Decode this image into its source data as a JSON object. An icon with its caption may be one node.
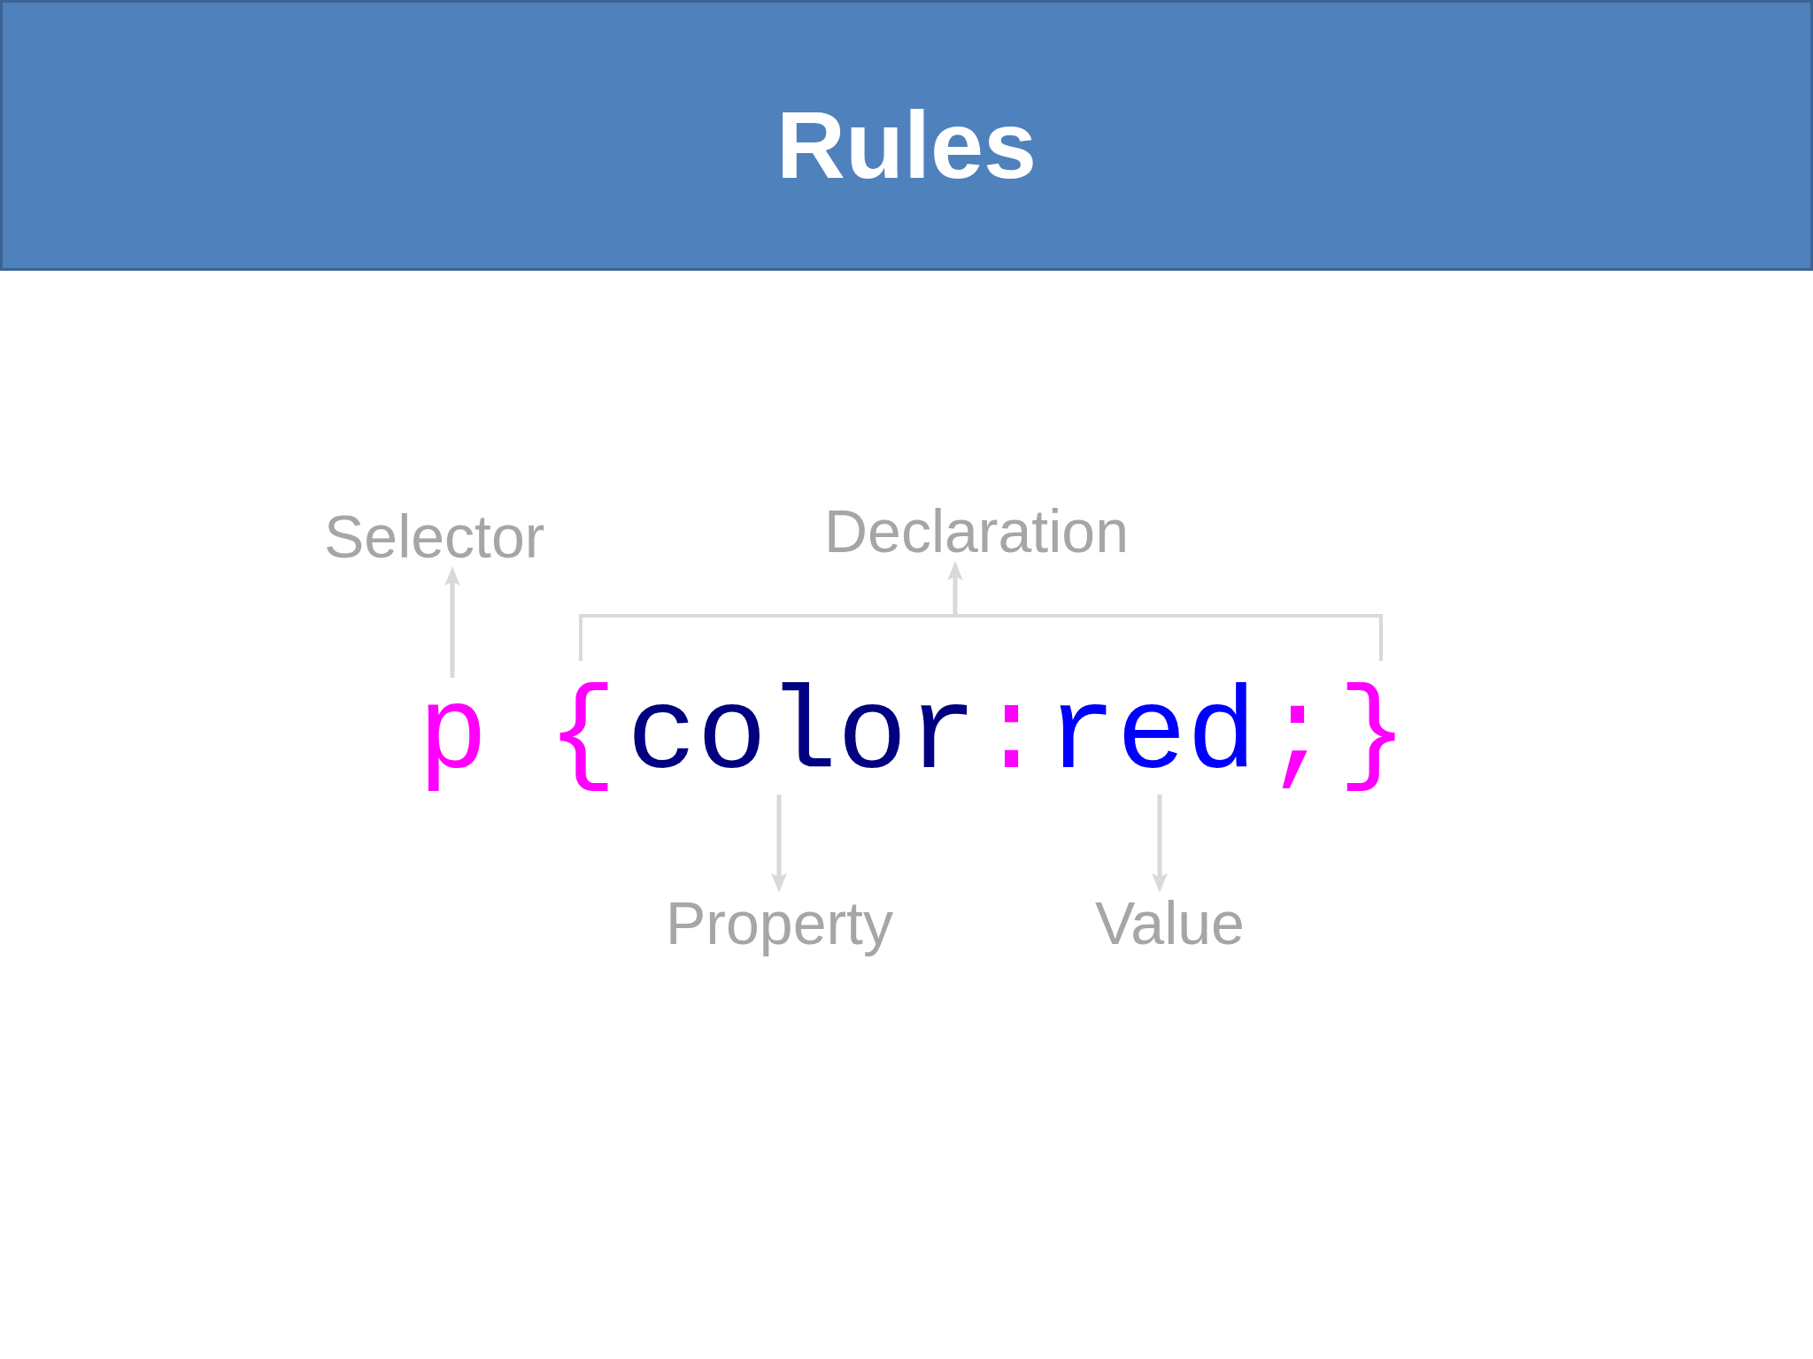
{
  "diagram": {
    "title": "Rules",
    "nodes": [
      {
        "text": [
          "Selector"
        ]
      },
      {
        "text": [
          "Declaration"
        ]
      },
      {
        "text": [
          "p"
        ]
      },
      {
        "text": [
          "{",
          ":",
          ";",
          "}"
        ]
      },
      {
        "text": [
          "color"
        ],
        "in": 3
      },
      {
        "text": [
          "red"
        ],
        "in": 3
      },
      {
        "text": [
          "Property"
        ]
      },
      {
        "text": [
          "Value"
        ]
      }
    ],
    "edges": [
      {
        "from": 2,
        "to": 0,
        "arrow": "to"
      },
      {
        "from": 3,
        "to": 1,
        "arrow": "to"
      },
      {
        "from": 4,
        "to": 6,
        "arrow": "to"
      },
      {
        "from": 5,
        "to": 7,
        "arrow": "to"
      }
    ]
  }
}
